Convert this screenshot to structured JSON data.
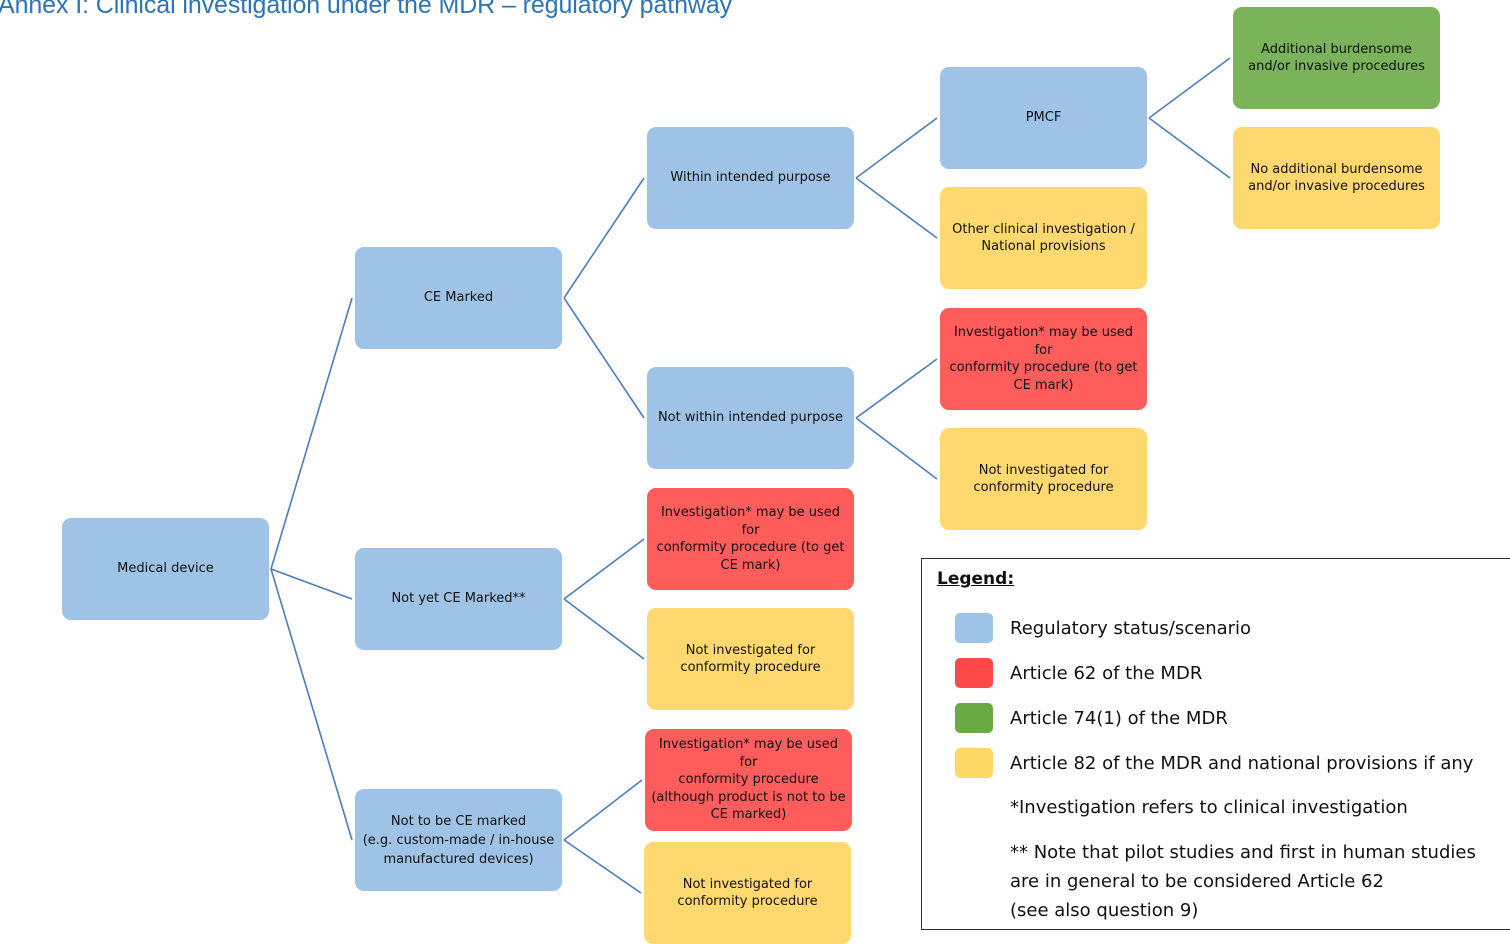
{
  "title": "Annex I: Clinical investigation under the MDR – regulatory pathway",
  "colors": {
    "regulatory_status": "#9fc3e7",
    "article_62": "#ff5c5c",
    "article_74_1": "#7ab35a",
    "article_82": "#ffd96f",
    "connector": "#4a7ebb",
    "title": "#2e74b5"
  },
  "nodes": {
    "medical_device": {
      "label": "Medical device",
      "category": "regulatory_status"
    },
    "ce_marked": {
      "label": "CE Marked",
      "category": "regulatory_status"
    },
    "not_yet_ce_marked": {
      "label": "Not yet CE Marked**",
      "category": "regulatory_status"
    },
    "not_to_be_ce_marked": {
      "label": "Not to be CE marked\n(e.g. custom-made / in-house\nmanufactured devices)",
      "category": "regulatory_status"
    },
    "within_intended_purpose": {
      "label": "Within intended purpose",
      "category": "regulatory_status"
    },
    "not_within_intended_purpose": {
      "label": "Not within intended purpose",
      "category": "regulatory_status"
    },
    "pmcf": {
      "label": "PMCF",
      "category": "regulatory_status"
    },
    "other_clinical_investigation": {
      "label": "Other clinical investigation /\nNational provisions",
      "category": "article_82"
    },
    "additional_burdensome": {
      "label": "Additional burdensome\nand/or invasive procedures",
      "category": "article_74_1"
    },
    "no_additional_burdensome": {
      "label": "No additional burdensome\nand/or invasive procedures",
      "category": "article_82"
    },
    "nwip_investigation": {
      "label": "Investigation* may be used for\nconformity procedure (to get\nCE mark)",
      "category": "article_62"
    },
    "nwip_not_investigated": {
      "label": "Not investigated for\nconformity procedure",
      "category": "article_82"
    },
    "nyce_investigation": {
      "label": "Investigation* may be used for\nconformity procedure (to get\nCE mark)",
      "category": "article_62"
    },
    "nyce_not_investigated": {
      "label": "Not investigated for\nconformity procedure",
      "category": "article_82"
    },
    "ntbce_investigation": {
      "label": "Investigation* may be used for\nconformity procedure\n(although product is not to be\nCE marked)",
      "category": "article_62"
    },
    "ntbce_not_investigated": {
      "label": "Not investigated for\nconformity procedure",
      "category": "article_82"
    }
  },
  "edges": [
    [
      "medical_device",
      "ce_marked"
    ],
    [
      "medical_device",
      "not_yet_ce_marked"
    ],
    [
      "medical_device",
      "not_to_be_ce_marked"
    ],
    [
      "ce_marked",
      "within_intended_purpose"
    ],
    [
      "ce_marked",
      "not_within_intended_purpose"
    ],
    [
      "within_intended_purpose",
      "pmcf"
    ],
    [
      "within_intended_purpose",
      "other_clinical_investigation"
    ],
    [
      "pmcf",
      "additional_burdensome"
    ],
    [
      "pmcf",
      "no_additional_burdensome"
    ],
    [
      "not_within_intended_purpose",
      "nwip_investigation"
    ],
    [
      "not_within_intended_purpose",
      "nwip_not_investigated"
    ],
    [
      "not_yet_ce_marked",
      "nyce_investigation"
    ],
    [
      "not_yet_ce_marked",
      "nyce_not_investigated"
    ],
    [
      "not_to_be_ce_marked",
      "ntbce_investigation"
    ],
    [
      "not_to_be_ce_marked",
      "ntbce_not_investigated"
    ]
  ],
  "legend": {
    "title": "Legend:",
    "items": [
      {
        "label": "Regulatory status/scenario",
        "color": "#9dc3e6"
      },
      {
        "label": "Article 62 of the MDR",
        "color": "#ff4848"
      },
      {
        "label": "Article 74(1) of the MDR",
        "color": "#6aaa45"
      },
      {
        "label": "Article 82 of the MDR and national provisions if any",
        "color": "#ffd966"
      }
    ],
    "notes": [
      "*Investigation refers to clinical investigation",
      "** Note that pilot studies and first in human studies",
      "are in general to be considered Article 62",
      "(see also question 9)"
    ]
  }
}
